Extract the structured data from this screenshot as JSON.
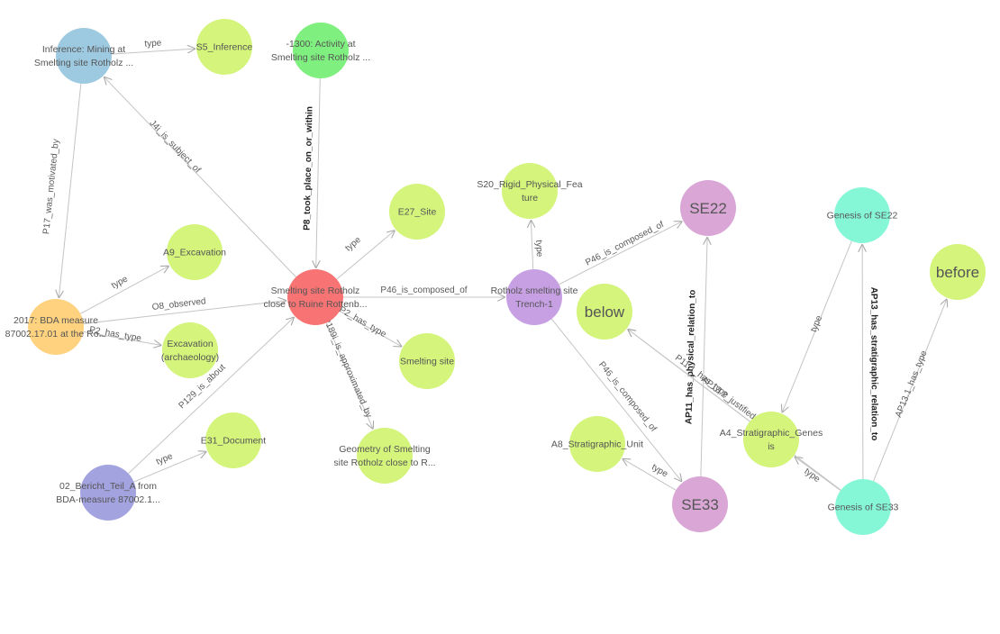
{
  "graph": {
    "nodes": [
      {
        "id": "inference",
        "lines": [
          "Inference: Mining at",
          "Smelting site Rotholz ..."
        ],
        "color": "#9ecae1"
      },
      {
        "id": "s5",
        "lines": [
          "S5_Inference"
        ],
        "color": "#d4f47c"
      },
      {
        "id": "activity",
        "lines": [
          "-1300: Activity at",
          "Smelting site Rotholz ..."
        ],
        "color": "#7ff07f"
      },
      {
        "id": "bda",
        "lines": [
          "2017: BDA measure",
          "87002.17.01 at the Ro..."
        ],
        "color": "#ffd27f"
      },
      {
        "id": "a9",
        "lines": [
          "A9_Excavation"
        ],
        "color": "#d4f47c"
      },
      {
        "id": "excavation",
        "lines": [
          "Excavation",
          "(archaeology)"
        ],
        "color": "#d4f47c"
      },
      {
        "id": "e27",
        "lines": [
          "E27_Site"
        ],
        "color": "#d4f47c"
      },
      {
        "id": "site",
        "lines": [
          "Smelting site Rotholz",
          "close to Ruine Rottenb..."
        ],
        "color": "#f87474"
      },
      {
        "id": "smelting",
        "lines": [
          "Smelting site"
        ],
        "color": "#d4f47c"
      },
      {
        "id": "geometry",
        "lines": [
          "Geometry of Smelting",
          "site Rotholz close to R..."
        ],
        "color": "#d4f47c"
      },
      {
        "id": "e31",
        "lines": [
          "E31_Document"
        ],
        "color": "#d4f47c"
      },
      {
        "id": "bericht",
        "lines": [
          "02_Bericht_Teil_A from",
          "BDA-measure 87002.1..."
        ],
        "color": "#a3a3e0"
      },
      {
        "id": "s20",
        "lines": [
          "S20_Rigid_Physical_Fea",
          "ture"
        ],
        "color": "#d4f47c"
      },
      {
        "id": "trench",
        "lines": [
          "Rotholz smelting site",
          "Trench-1"
        ],
        "color": "#c7a0e4"
      },
      {
        "id": "a8",
        "lines": [
          "A8_Stratigraphic_Unit"
        ],
        "color": "#d4f47c"
      },
      {
        "id": "below",
        "lines": [
          "below"
        ],
        "color": "#d4f47c",
        "big": true
      },
      {
        "id": "se22",
        "lines": [
          "SE22"
        ],
        "color": "#d9a6d6",
        "big": true
      },
      {
        "id": "se33",
        "lines": [
          "SE33"
        ],
        "color": "#d9a6d6",
        "big": true
      },
      {
        "id": "genesis22",
        "lines": [
          "Genesis of SE22"
        ],
        "color": "#85f7d7"
      },
      {
        "id": "before",
        "lines": [
          "before"
        ],
        "color": "#d4f47c",
        "big": true
      },
      {
        "id": "a4",
        "lines": [
          "A4_Stratigraphic_Genes",
          "is"
        ],
        "color": "#d4f47c"
      },
      {
        "id": "genesis33",
        "lines": [
          "Genesis of SE33"
        ],
        "color": "#85f7d7"
      }
    ],
    "edges": [
      {
        "from": "inference",
        "to": "s5",
        "label": "type"
      },
      {
        "from": "site",
        "to": "inference",
        "label": "J4i_is_subject_of"
      },
      {
        "from": "inference",
        "to": "bda",
        "label": "P17_was_motivated_by"
      },
      {
        "from": "activity",
        "to": "site",
        "label": "P8_took_place_on_or_within",
        "bold": true
      },
      {
        "from": "bda",
        "to": "a9",
        "label": "type"
      },
      {
        "from": "bda",
        "to": "site",
        "label": "O8_observed"
      },
      {
        "from": "bda",
        "to": "excavation",
        "label": "P2_has_type"
      },
      {
        "from": "site",
        "to": "e27",
        "label": "type"
      },
      {
        "from": "site",
        "to": "smelting",
        "label": "P2_has_type"
      },
      {
        "from": "site",
        "to": "geometry",
        "label": "P189i_is_approximated_by"
      },
      {
        "from": "site",
        "to": "trench",
        "label": "P46_is_composed_of"
      },
      {
        "from": "bericht",
        "to": "site",
        "label": "P129_is_about"
      },
      {
        "from": "bericht",
        "to": "e31",
        "label": "type"
      },
      {
        "from": "trench",
        "to": "s20",
        "label": "type"
      },
      {
        "from": "trench",
        "to": "se22",
        "label": "P46_is_composed_of"
      },
      {
        "from": "trench",
        "to": "se33",
        "label": "P46_is_composed_of"
      },
      {
        "from": "se33",
        "to": "se22",
        "label": "AP11_has_physical_relation_to",
        "bold": true
      },
      {
        "from": "se33",
        "to": "a8",
        "label": "type"
      },
      {
        "from": "genesis33",
        "to": "below",
        "label": "AP13.2_justified_by"
      },
      {
        "from": "genesis33",
        "to": "genesis22",
        "label": "AP13_has_stratigraphic_relation_to",
        "bold": true
      },
      {
        "from": "genesis22",
        "to": "a4",
        "label": "type"
      },
      {
        "from": "genesis33",
        "to": "a4",
        "label": "type"
      },
      {
        "from": "genesis33",
        "to": "before",
        "label": "AP13.1_has_type"
      },
      {
        "from": "genesis33",
        "to": "below",
        "label": "P11.1_has_type"
      }
    ]
  }
}
